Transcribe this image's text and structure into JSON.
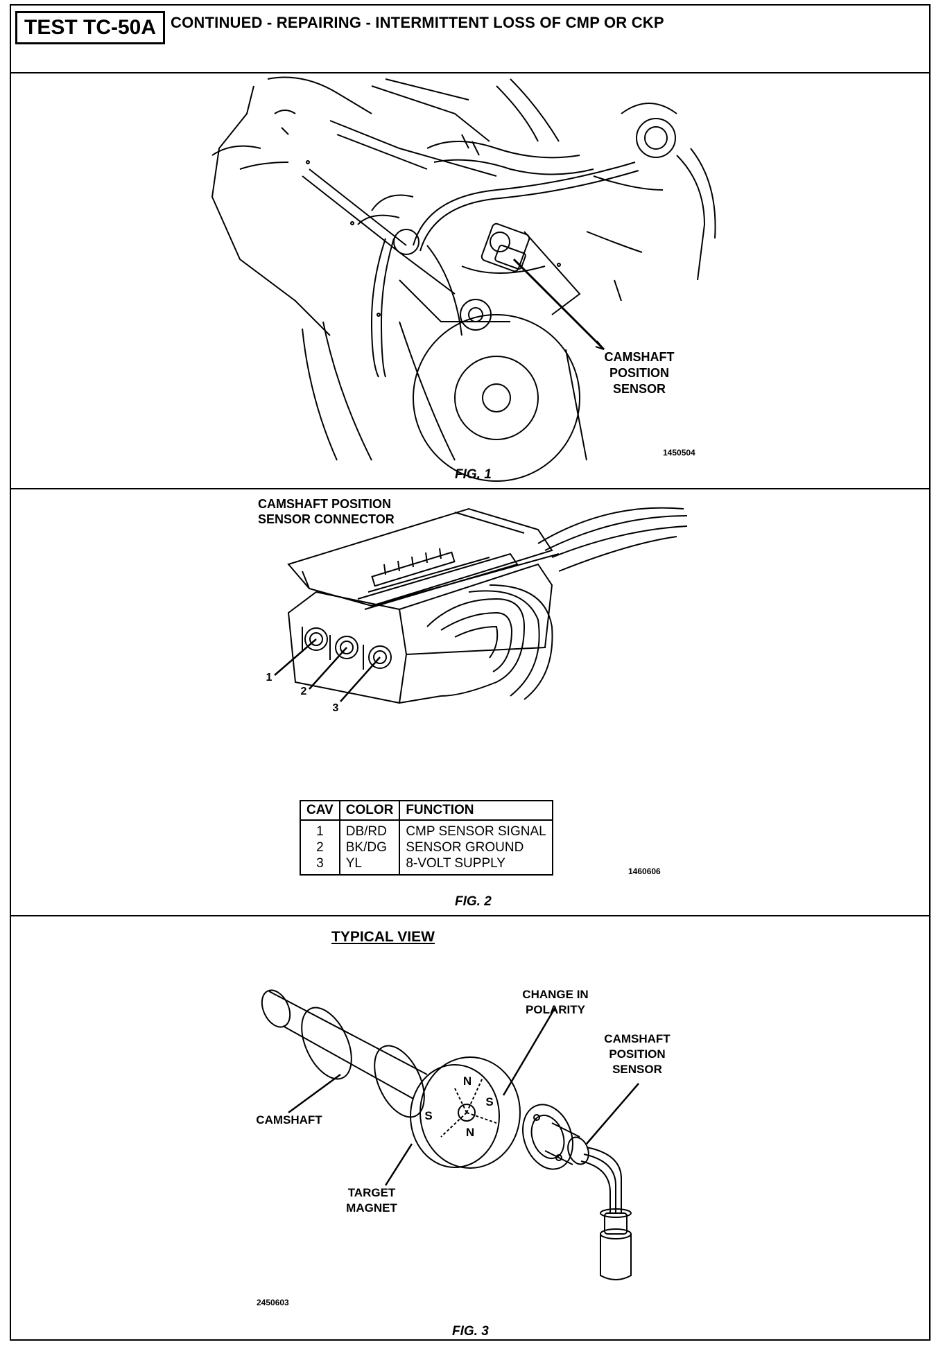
{
  "header": {
    "test_id": "TEST TC-50A",
    "title": "CONTINUED -  REPAIRING - INTERMITTENT LOSS OF CMP OR CKP"
  },
  "fig1": {
    "callout": "CAMSHAFT\nPOSITION\nSENSOR",
    "image_code": "1450504",
    "caption": "FIG. 1"
  },
  "fig2": {
    "connector_label": "CAMSHAFT POSITION\nSENSOR CONNECTOR",
    "pin_labels": [
      "1",
      "2",
      "3"
    ],
    "table": {
      "headers": [
        "CAV",
        "COLOR",
        "FUNCTION"
      ],
      "rows": [
        {
          "cav": "1",
          "color": "DB/RD",
          "function": "CMP SENSOR SIGNAL"
        },
        {
          "cav": "2",
          "color": "BK/DG",
          "function": "SENSOR GROUND"
        },
        {
          "cav": "3",
          "color": "YL",
          "function": "8-VOLT SUPPLY"
        }
      ]
    },
    "image_code": "1460606",
    "caption": "FIG. 2"
  },
  "fig3": {
    "view_title": "TYPICAL VIEW",
    "labels": {
      "polarity": "CHANGE IN\nPOLARITY",
      "sensor": "CAMSHAFT\nPOSITION\nSENSOR",
      "camshaft": "CAMSHAFT",
      "magnet": "TARGET\nMAGNET"
    },
    "poles": [
      "N",
      "S",
      "S",
      "N"
    ],
    "image_code": "2450603",
    "caption": "FIG. 3"
  }
}
